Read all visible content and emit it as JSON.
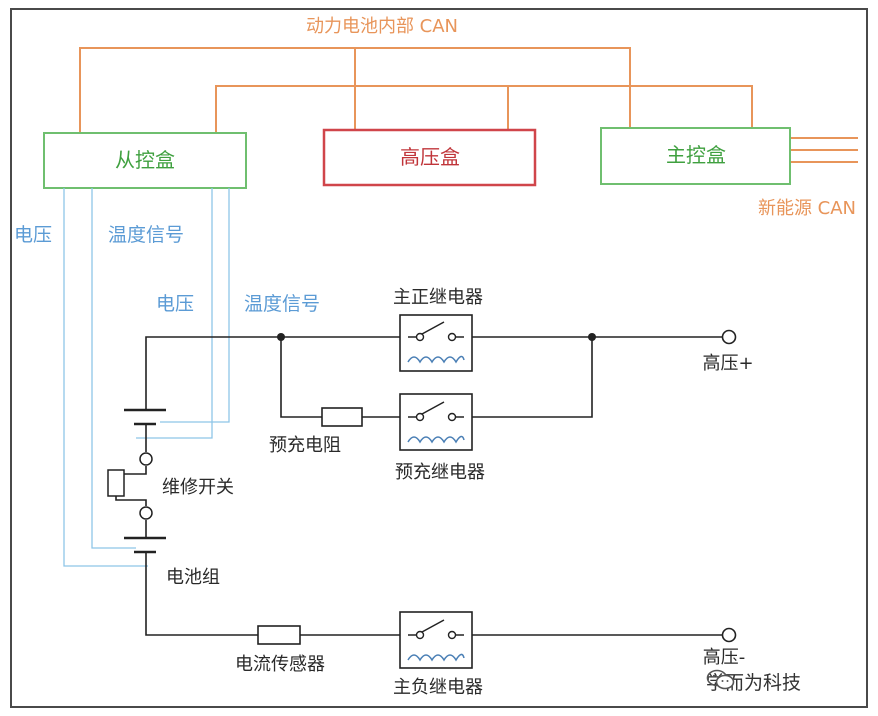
{
  "diagram": {
    "can_internal": "动力电池内部 CAN",
    "can_new_energy": "新能源 CAN",
    "slave_box": "从控盒",
    "hv_box": "高压盒",
    "master_box": "主控盒",
    "voltage_left": "电压",
    "temp_left": "温度信号",
    "voltage_mid": "电压",
    "temp_mid": "温度信号",
    "main_pos_relay": "主正继电器",
    "precharge_resistor": "预充电阻",
    "precharge_relay": "预充继电器",
    "service_switch": "维修开关",
    "battery_pack": "电池组",
    "current_sensor": "电流传感器",
    "main_neg_relay": "主负继电器",
    "hv_plus": "高压+",
    "hv_minus": "高压-",
    "colors": {
      "can_line": "#e8955a",
      "box_green": "#3fa03f",
      "box_red": "#c0353a",
      "signal_blue": "#8ec5e8",
      "circuit": "#222222"
    }
  },
  "watermark": {
    "text": "学而为科技",
    "icon": "wechat-icon"
  }
}
